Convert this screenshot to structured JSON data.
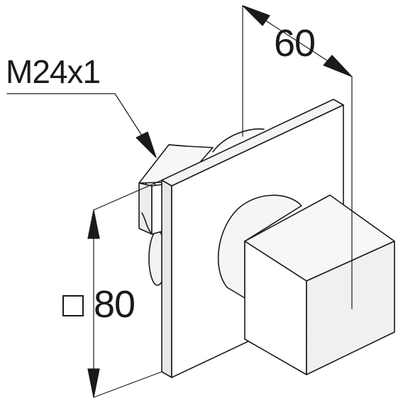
{
  "drawing": {
    "thread_label": "M24x1",
    "depth_label": "60",
    "size_label": "80",
    "size_symbol": "square-symbol-icon"
  },
  "colors": {
    "line": "#1a1a1a",
    "face_light": "#ffffff",
    "face_shade": "#f2f2f2",
    "face_dark": "#e6e6e6"
  }
}
